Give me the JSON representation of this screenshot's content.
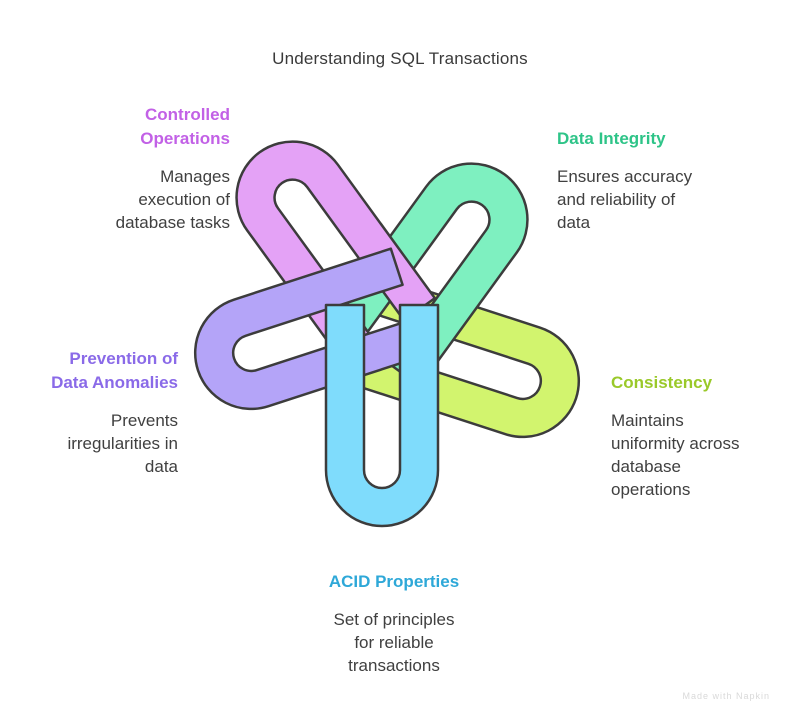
{
  "title": "Understanding SQL Transactions",
  "items": {
    "controlled": {
      "heading": [
        "Controlled",
        "Operations"
      ],
      "desc": [
        "Manages",
        "execution of",
        "database tasks"
      ],
      "color": "#c261e6"
    },
    "integrity": {
      "heading": [
        "Data Integrity"
      ],
      "desc": [
        "Ensures accuracy",
        "and reliability of",
        "data"
      ],
      "color": "#2ec488"
    },
    "consistency": {
      "heading": [
        "Consistency"
      ],
      "desc": [
        "Maintains",
        "uniformity across",
        "database",
        "operations"
      ],
      "color": "#9ac92a"
    },
    "acid": {
      "heading": [
        "ACID Properties"
      ],
      "desc": [
        "Set of principles",
        "for reliable",
        "transactions"
      ],
      "color": "#2ea8d8"
    },
    "prevention": {
      "heading": [
        "Prevention of",
        "Data Anomalies"
      ],
      "desc": [
        "Prevents",
        "irregularities in",
        "data"
      ],
      "color": "#8a6ae8"
    }
  },
  "loop_colors": {
    "controlled": "#e4a2f6",
    "integrity": "#7ef0c0",
    "consistency": "#d2f46e",
    "acid": "#7fdcfc",
    "prevention": "#b4a4f8"
  },
  "watermark": "Made with Napkin"
}
